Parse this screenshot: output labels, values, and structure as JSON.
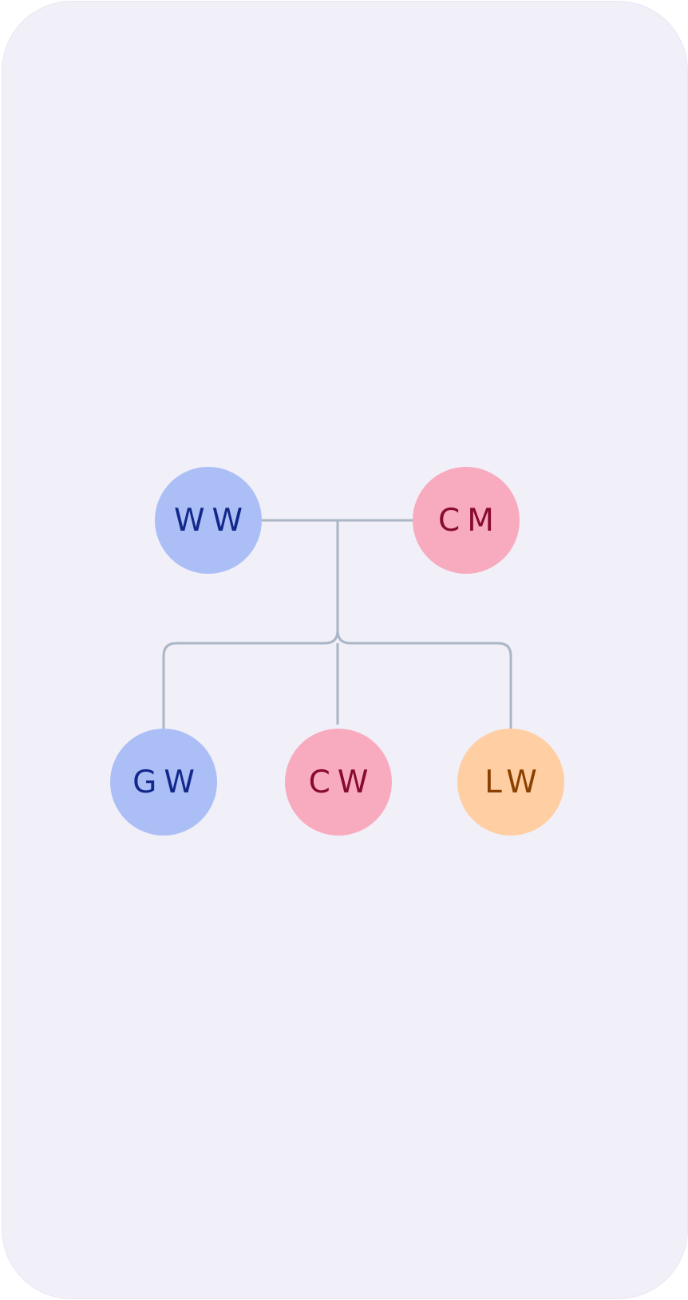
{
  "colors": {
    "background": "#f1eff8",
    "connector": "#aab6c6",
    "blue_fill": "#abbef6",
    "blue_text": "#12288a",
    "pink_fill": "#f8abbe",
    "pink_text": "#870b30",
    "peach_fill": "#ffcfa3",
    "peach_text": "#8a4000"
  },
  "family_tree": {
    "parents": [
      {
        "id": "ww",
        "initials": "WW",
        "color": "blue"
      },
      {
        "id": "cm",
        "initials": "CM",
        "color": "pink"
      }
    ],
    "children": [
      {
        "id": "gw",
        "initials": "GW",
        "color": "blue"
      },
      {
        "id": "cw",
        "initials": "CW",
        "color": "pink"
      },
      {
        "id": "lw",
        "initials": "LW",
        "color": "peach"
      }
    ]
  }
}
